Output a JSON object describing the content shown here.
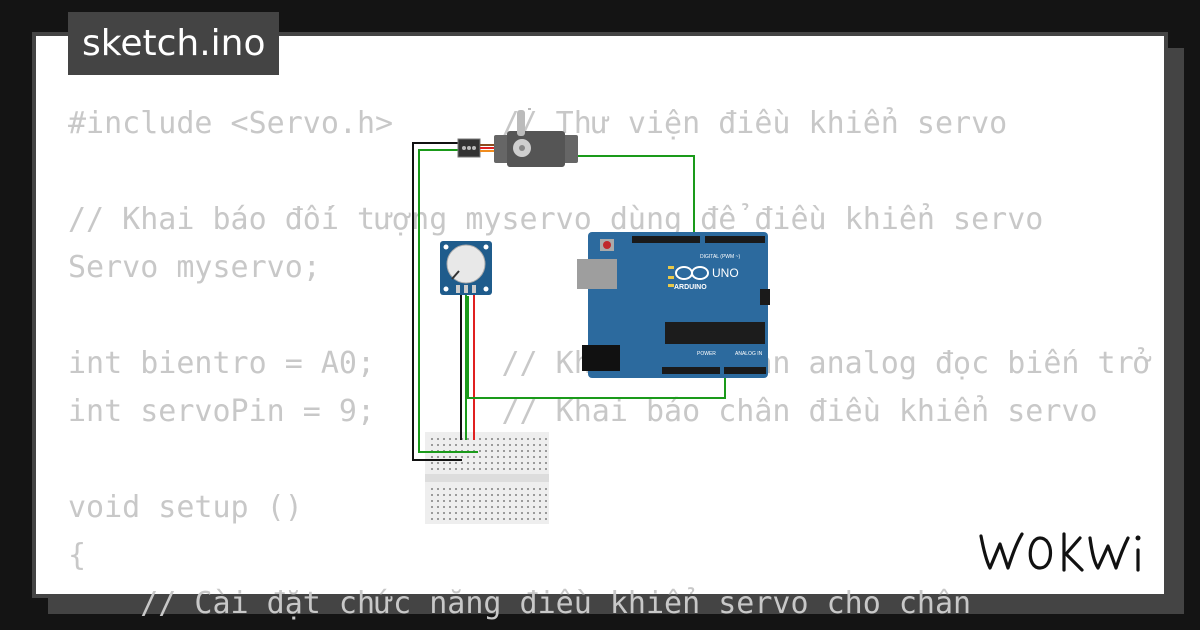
{
  "header": {
    "file_name": "sketch.ino"
  },
  "code_lines": [
    "#include <Servo.h>      // Thư viện điều khiển servo",
    "",
    "// Khai báo đối tượng myservo dùng để điều khiển servo",
    "Servo myservo;",
    "",
    "int bientro = A0;       // Khai báo chân analog đọc biến trở",
    "int servoPin = 9;       // Khai báo chân điều khiển servo",
    "",
    "void setup ()",
    "{",
    "    // Cài đặt chức năng điều khiển servo cho chân"
  ],
  "board": {
    "brand": "ARDUINO",
    "model": "UNO",
    "digital_label": "DIGITAL (PWM ~)",
    "analog_label": "ANALOG IN",
    "power_label": "POWER"
  },
  "brand": {
    "logo_text": "WOKWi"
  },
  "colors": {
    "background": "#141414",
    "card": "#ffffff",
    "tab": "#444444",
    "board": "#2c6a9e",
    "wire_green": "#1a9a1a",
    "wire_red": "#e02020",
    "wire_black": "#111111",
    "breadboard": "#eeeeee"
  }
}
